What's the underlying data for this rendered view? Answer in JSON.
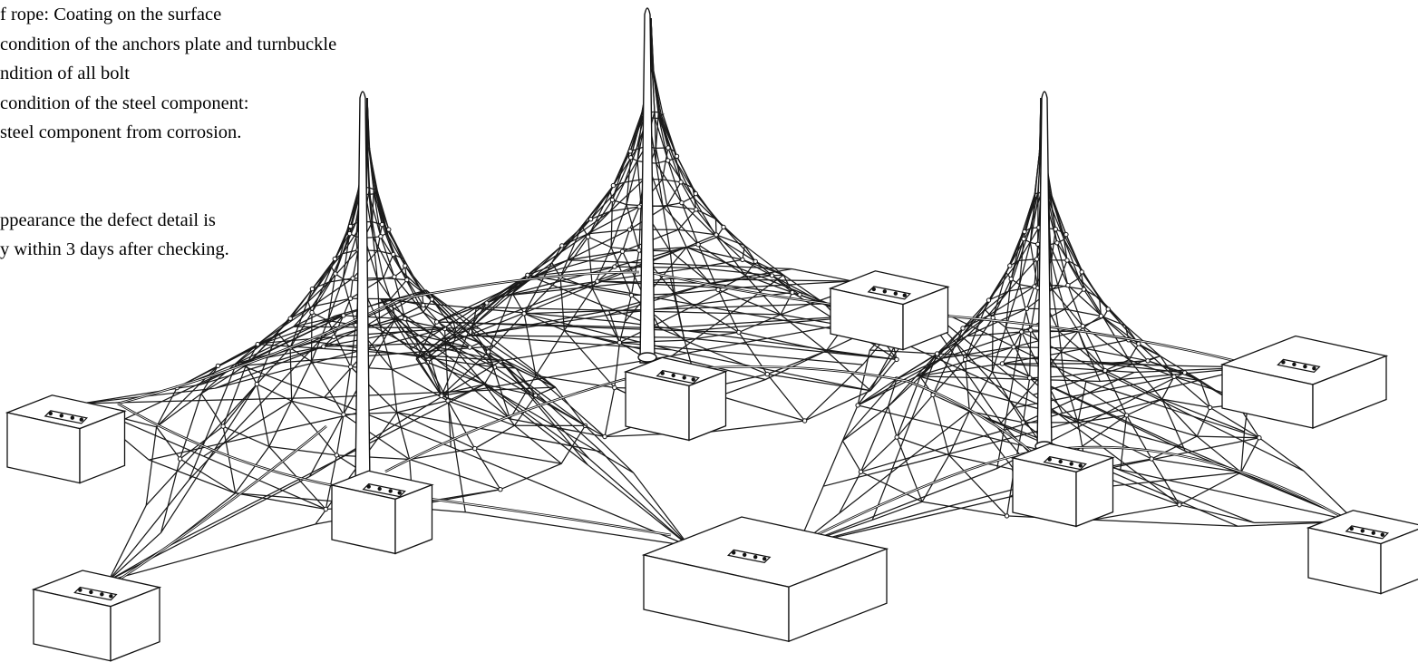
{
  "notes": {
    "lines": [
      "f rope: Coating on the surface",
      "condition of the anchors plate and turnbuckle",
      "ndition of all bolt",
      "condition of  the steel component:",
      "steel component from corrosion.",
      "ppearance the defect detail is",
      "y within 3 days after checking."
    ]
  }
}
